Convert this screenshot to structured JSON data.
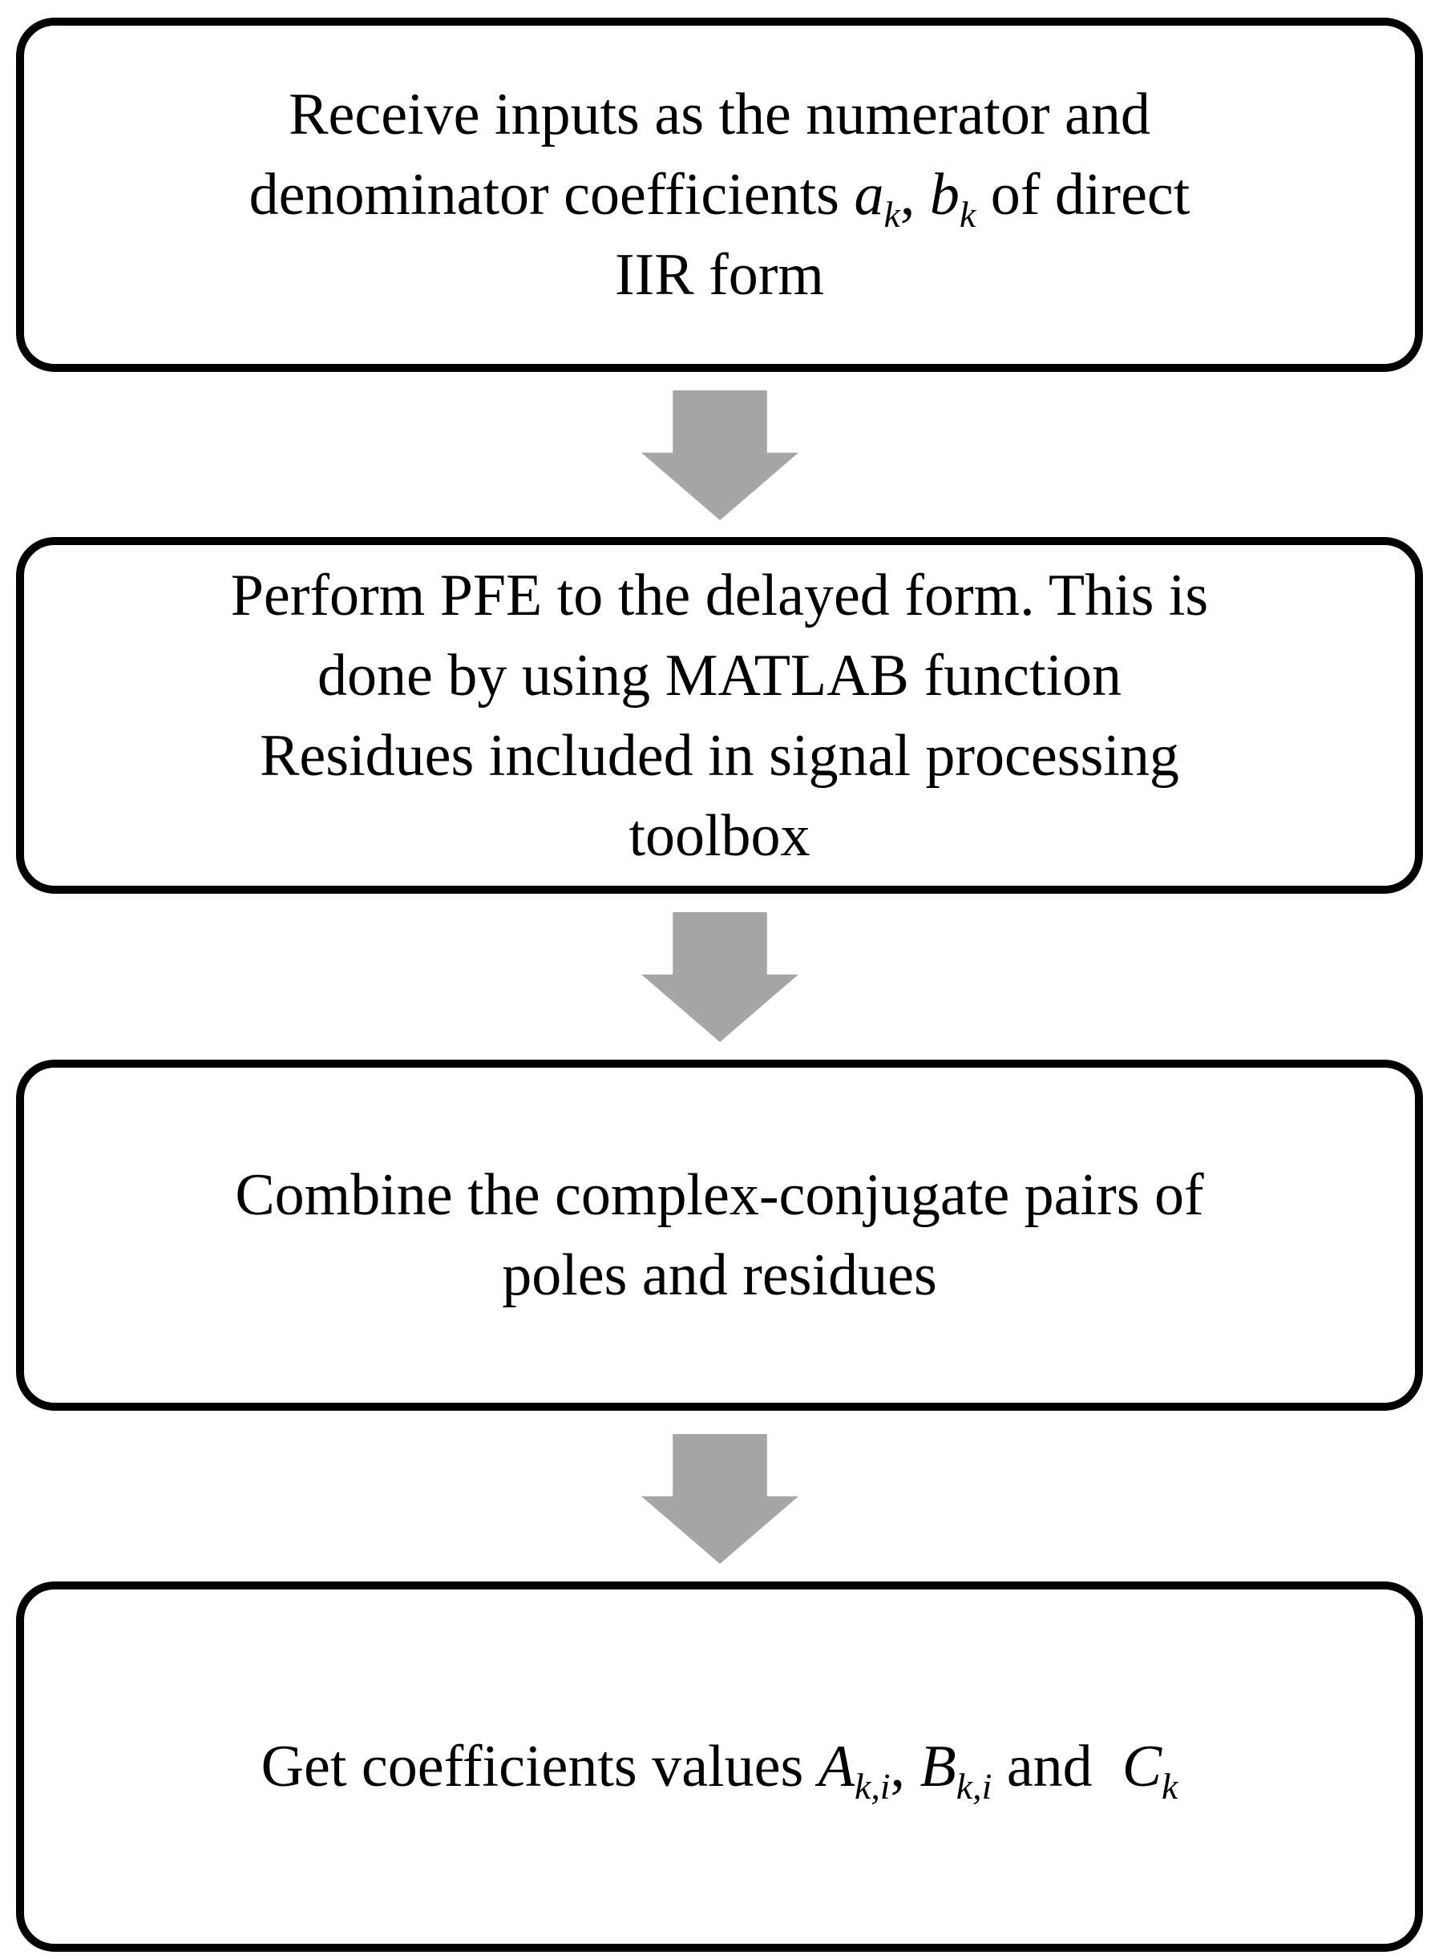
{
  "figure": {
    "type": "flowchart",
    "colors": {
      "background": "#ffffff",
      "box-border": "#000000",
      "text": "#000000",
      "arrow": "#a6a6a6"
    }
  },
  "boxes": [
    {
      "name": "receive-inputs",
      "lines": [
        [
          "Receive inputs as the numerator and"
        ],
        [
          "denominator coefficients ",
          "a",
          "k",
          ", ",
          "b",
          "k",
          " of direct"
        ],
        [
          "IIR form"
        ]
      ]
    },
    {
      "name": "perform-pfe",
      "lines": [
        [
          "Perform PFE to the delayed form. This is"
        ],
        [
          "done by using MATLAB function"
        ],
        [
          "Residues included in signal processing"
        ],
        [
          "toolbox"
        ]
      ]
    },
    {
      "name": "combine-conjugates",
      "lines": [
        [
          "Combine the complex-conjugate pairs of"
        ],
        [
          "poles and residues"
        ]
      ]
    },
    {
      "name": "get-coefficients",
      "lines": [
        [
          "Get coefficients values ",
          "A",
          "k,i",
          ", ",
          "B",
          "k,i",
          " and  ",
          "C",
          "k"
        ]
      ]
    }
  ]
}
